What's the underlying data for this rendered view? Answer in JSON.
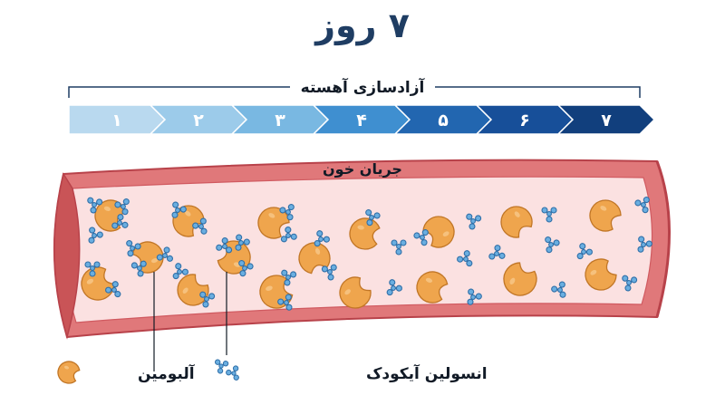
{
  "title": "۷ روز",
  "release_label": "آزادسازی آهسته",
  "bloodstream_label": "جریان خون",
  "timeline_days": [
    "۱",
    "۲",
    "۳",
    "۴",
    "۵",
    "۶",
    "۷"
  ],
  "timeline_colors": [
    "#b9d9ef",
    "#9ccbea",
    "#79b8e2",
    "#3f8fd0",
    "#2266b0",
    "#174f99",
    "#113f7d"
  ],
  "legend": {
    "albumin": "آلبومین",
    "insulin": "انسولین آیکودک"
  },
  "colors": {
    "title": "#1f3d63",
    "vessel_wall": "#e0787a",
    "vessel_outline": "#b8424a",
    "vessel_inner": "#fbe1e1",
    "albumin": "#efa54d",
    "albumin_outline": "#c17626",
    "insulin": "#6aaee0",
    "insulin_outline": "#2f6fa8"
  }
}
